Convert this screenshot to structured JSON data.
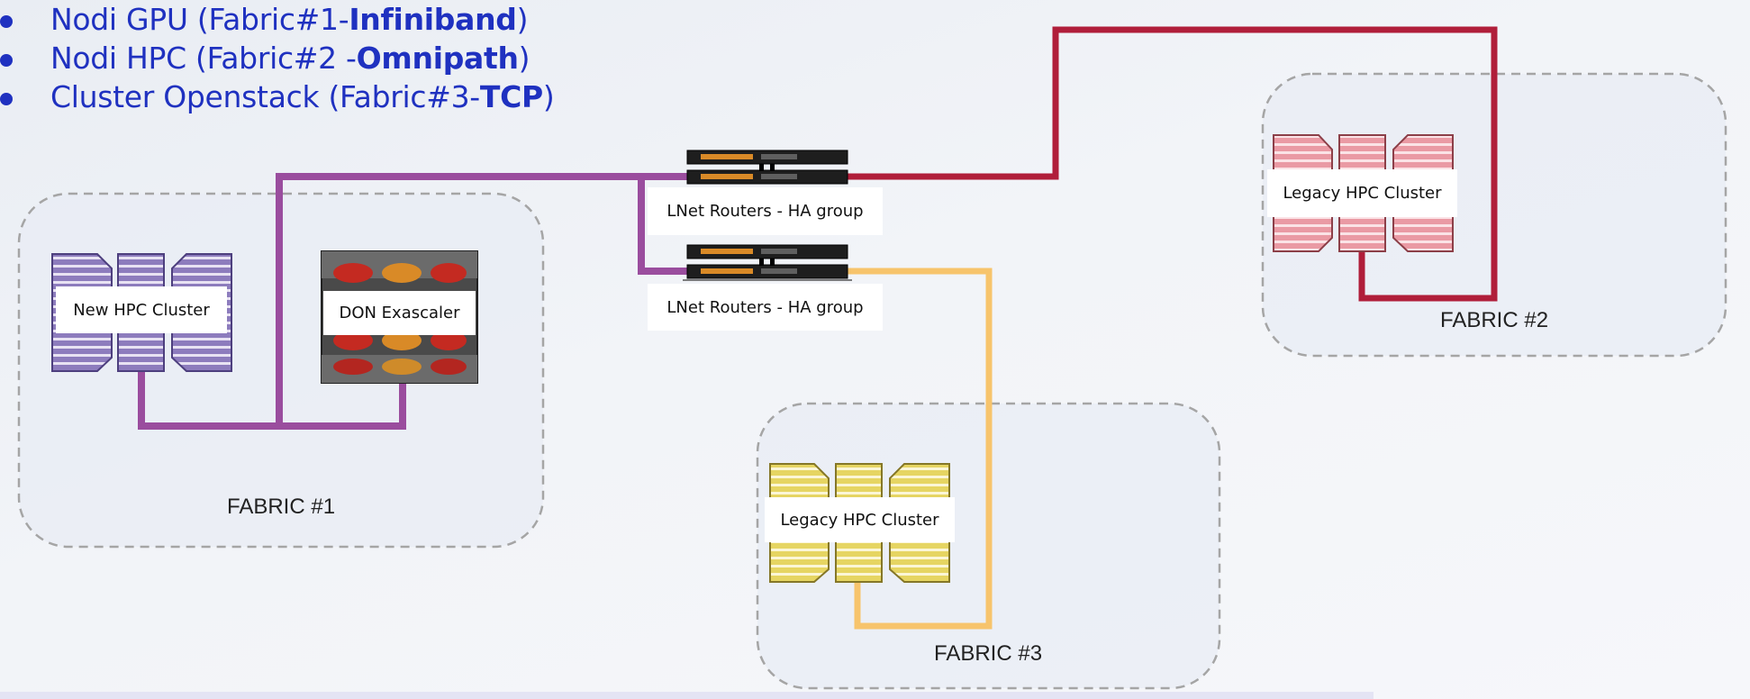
{
  "bullets": [
    {
      "text": "Nodi GPU (Fabric#1-",
      "bold": "Infiniband",
      "end": ")"
    },
    {
      "text": "Nodi HPC (Fabric#2 -",
      "bold": "Omnipath",
      "end": ")"
    },
    {
      "text": "Cluster Openstack (Fabric#3-",
      "bold": "TCP",
      "end": ")"
    }
  ],
  "nodes": {
    "new_hpc": "New HPC Cluster",
    "don": "DON Exascaler",
    "lnet_top": "LNet Routers - HA group",
    "lnet_bottom": "LNet Routers - HA group",
    "legacy_right": "Legacy HPC Cluster",
    "legacy_bottom": "Legacy HPC Cluster"
  },
  "fabrics": {
    "f1": "FABRIC #1",
    "f2": "FABRIC #2",
    "f3": "FABRIC #3"
  },
  "colors": {
    "bullet_text": "#1f31c0",
    "fabric1_link": "#9a4d9e",
    "fabric2_link": "#b01e3a",
    "fabric3_link": "#f7c46c",
    "purple_server": "#8a75b8",
    "red_server": "#e89aa3",
    "yellow_server": "#e3d46a"
  }
}
